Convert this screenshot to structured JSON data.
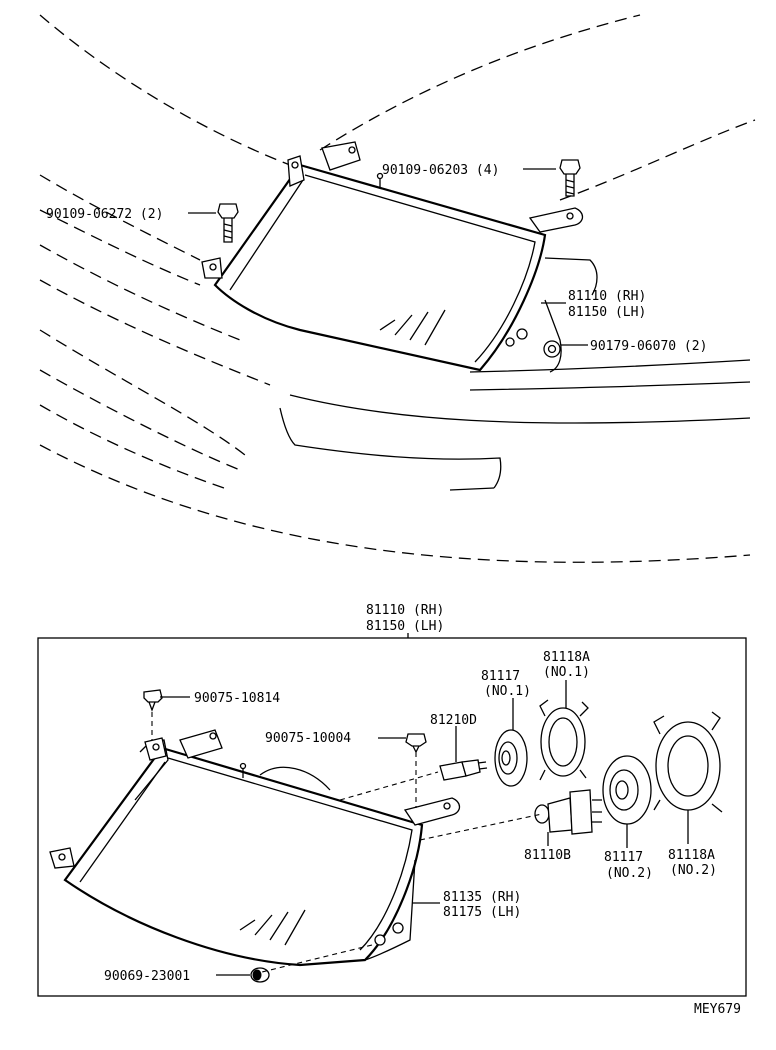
{
  "top_view": {
    "labels": {
      "screw_top": "90109-06203 (4)",
      "screw_left": "90109-06272 (2)",
      "unit_rh": "81110 (RH)",
      "unit_lh": "81150 (LH)",
      "nut": "90179-06070 (2)"
    }
  },
  "exploded_view": {
    "header_rh": "81110 (RH)",
    "header_lh": "81150 (LH)",
    "labels": {
      "clip_top": "90075-10814",
      "clip_mid": "90075-10004",
      "bulb_small": "81210D",
      "socket_no1_num": "81117",
      "socket_no1_tag": "(NO.1)",
      "cover_no1_num": "81118A",
      "cover_no1_tag": "(NO.1)",
      "bulb_main": "81110B",
      "socket_no2_num": "81117",
      "socket_no2_tag": "(NO.2)",
      "cover_no2_num": "81118A",
      "cover_no2_tag": "(NO.2)",
      "housing_rh": "81135 (RH)",
      "housing_lh": "81175 (LH)",
      "nut": "90069-23001"
    }
  },
  "diagram_code": "MEY679"
}
